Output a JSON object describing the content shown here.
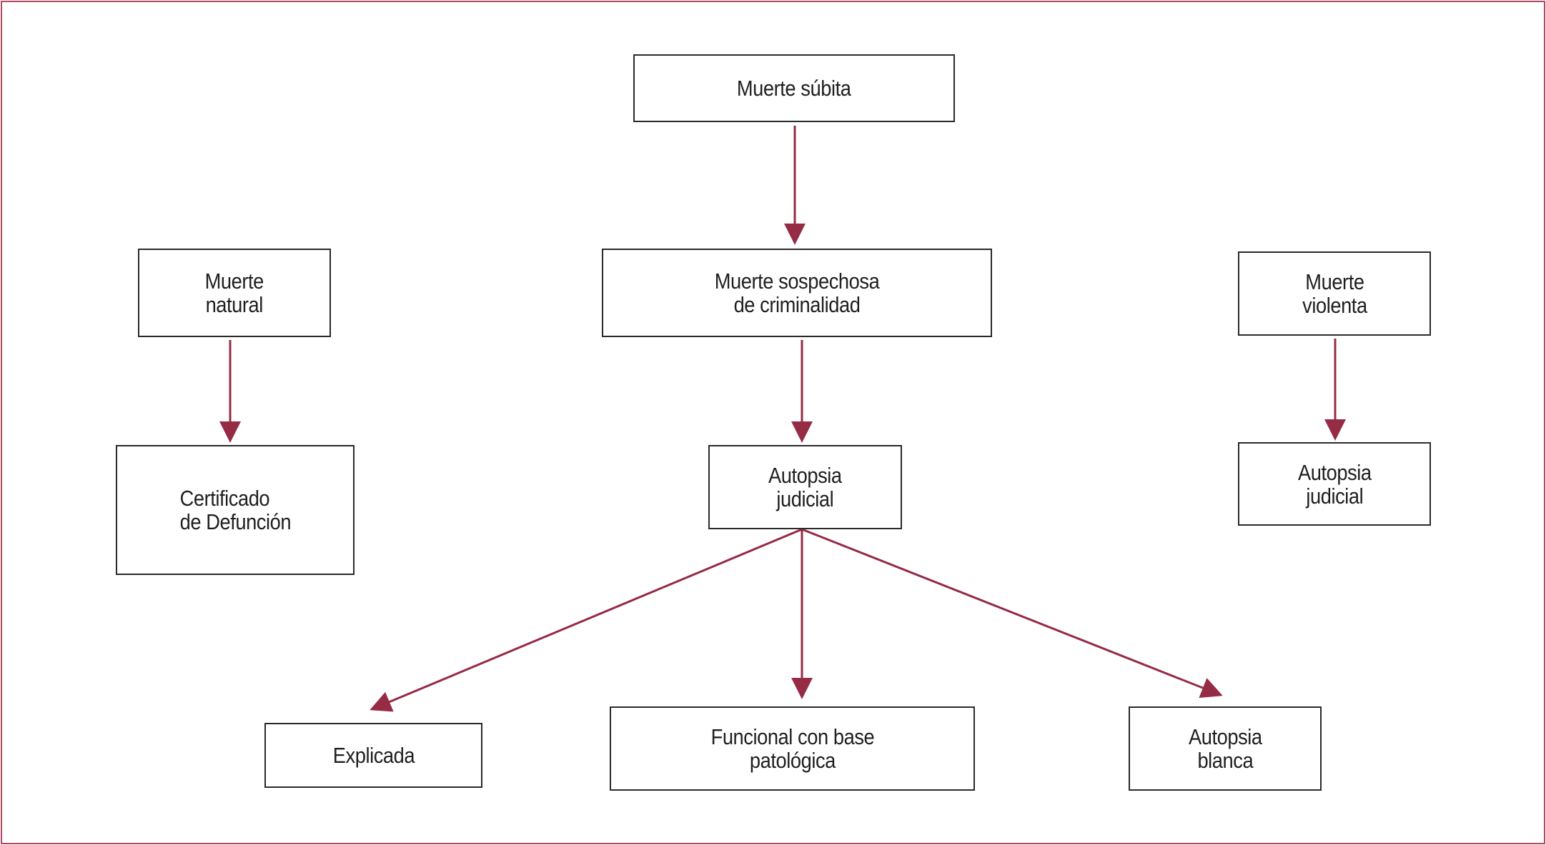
{
  "colors": {
    "border_frame": "#b04a62",
    "arrow": "#962b45",
    "box_border": "#2a2a2a",
    "text": "#1f1f1f"
  },
  "nodes": {
    "muerte_subita": "Muerte súbita",
    "muerte_natural": "Muerte\nnatural",
    "muerte_sospechosa": "Muerte sospechosa\nde criminalidad",
    "muerte_violenta": "Muerte\nviolenta",
    "certificado": "Certificado\nde Defunción",
    "autopsia_judicial_center": "Autopsia\njudicial",
    "autopsia_judicial_right": "Autopsia\njudicial",
    "explicada": "Explicada",
    "funcional": "Funcional con base\npatológica",
    "autopsia_blanca": "Autopsia\nblanca"
  },
  "edges": [
    {
      "from": "muerte_subita",
      "to": "muerte_sospechosa"
    },
    {
      "from": "muerte_natural",
      "to": "certificado"
    },
    {
      "from": "muerte_sospechosa",
      "to": "autopsia_judicial_center"
    },
    {
      "from": "muerte_violenta",
      "to": "autopsia_judicial_right"
    },
    {
      "from": "autopsia_judicial_center",
      "to": "explicada"
    },
    {
      "from": "autopsia_judicial_center",
      "to": "funcional"
    },
    {
      "from": "autopsia_judicial_center",
      "to": "autopsia_blanca"
    }
  ]
}
